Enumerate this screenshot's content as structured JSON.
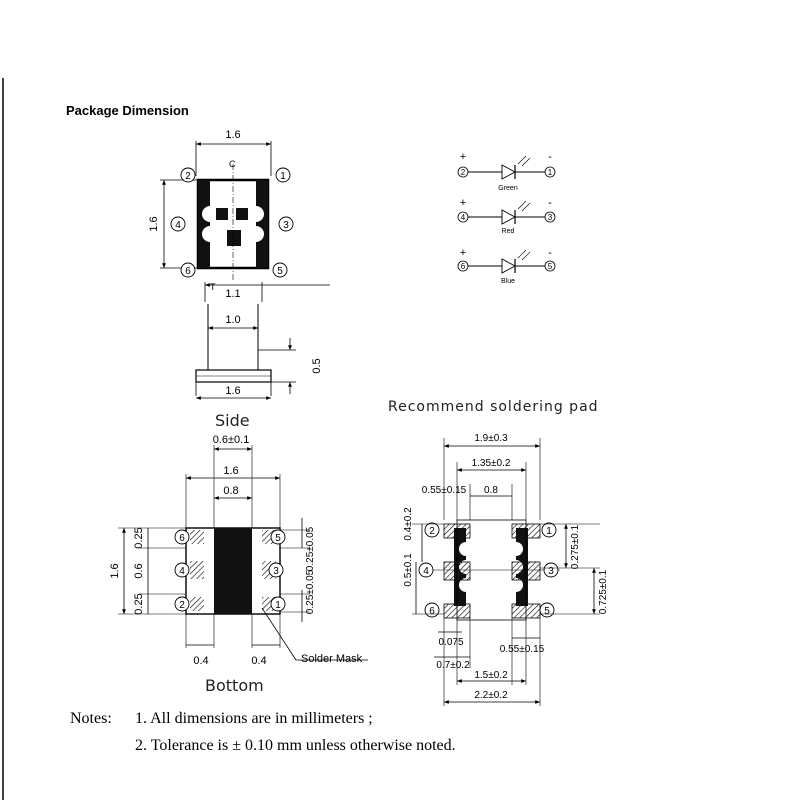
{
  "title": "Package Dimension",
  "top_view": {
    "width": "1.6",
    "height": "1.6",
    "pins": {
      "p1": "1",
      "p2": "2",
      "p3": "3",
      "p4": "4",
      "p5": "5",
      "p6": "6"
    },
    "cathode_mark": "C",
    "t_mark": "T"
  },
  "side_view": {
    "d_top": "1.1",
    "d_mid": "1.0",
    "d_bottom": "1.6",
    "d_height": "0.5",
    "caption": "Side"
  },
  "circuits": [
    {
      "pos": "2",
      "neg": "1",
      "label": "Green"
    },
    {
      "pos": "4",
      "neg": "3",
      "label": "Red"
    },
    {
      "pos": "6",
      "neg": "5",
      "label": "Blue"
    }
  ],
  "polarity": {
    "plus": "+",
    "minus": "-"
  },
  "bottom_view": {
    "d1": "0.6±0.1",
    "d2": "1.6",
    "d3": "0.8",
    "left_total": "1.6",
    "left_a": "0.25",
    "left_b": "0.6",
    "left_c": "0.25",
    "right_a": "0.25±0.05",
    "right_b": "0.25±0.05",
    "pad_left": "0.4",
    "pad_right": "0.4",
    "solder_mask": "Solder Mask",
    "caption": "Bottom"
  },
  "pad_view": {
    "title": "Recommend soldering pad",
    "w1": "1.9±0.3",
    "w2": "1.35±0.2",
    "w3": "0.55±0.15",
    "w4": "0.8",
    "v1": "0.4±0.2",
    "v2": "0.5±0.1",
    "r1": "0.275±0.1",
    "r2": "0.725±0.1",
    "b1": "0.075",
    "b2": "0.7±0.2",
    "b3": "0.55±0.15",
    "b4": "1.5±0.2",
    "b5": "2.2±0.2"
  },
  "notes": {
    "label": "Notes:",
    "items": [
      "1. All dimensions are in millimeters ;",
      "2. Tolerance is ± 0.10 mm unless otherwise noted."
    ]
  }
}
